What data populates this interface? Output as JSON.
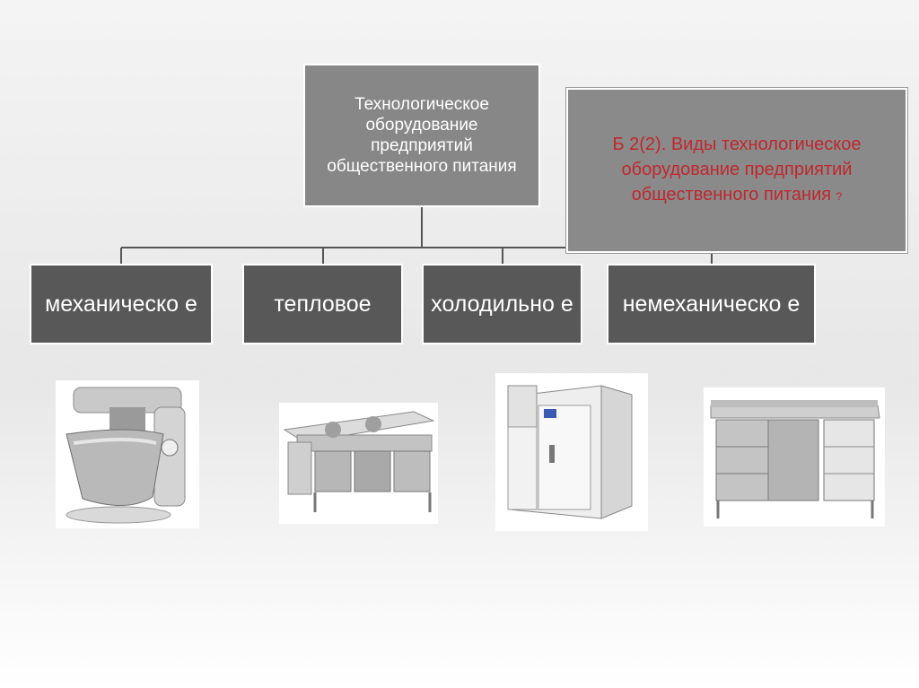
{
  "root": {
    "label": "Технологическое оборудование предприятий общественного питания"
  },
  "question": {
    "label": "Б 2(2).    Виды технологическое оборудование предприятий общественного питания",
    "mark": "?"
  },
  "categories": [
    {
      "label": "механическо е"
    },
    {
      "label": "тепловое"
    },
    {
      "label": "холодильно е"
    },
    {
      "label": "немеханическо е"
    }
  ],
  "photos": [
    {
      "icon": "stand-mixer-icon"
    },
    {
      "icon": "stove-range-icon"
    },
    {
      "icon": "cold-room-icon"
    },
    {
      "icon": "steel-cabinet-icon"
    }
  ],
  "colors": {
    "root_box": "#878787",
    "category_box": "#585858",
    "question_text": "#c1272d",
    "connector": "#555555"
  }
}
